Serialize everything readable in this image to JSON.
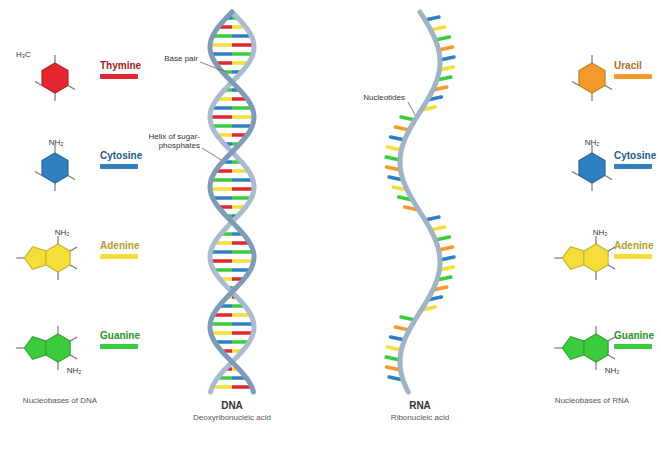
{
  "diagram": {
    "labels": [
      "H₃C",
      "NH₂",
      "NH₂",
      "NH₂",
      "Nucleobases of DNA",
      "Base pair",
      "Helix of sugar-phosphates",
      "DNA",
      "Deoxyribonucleic acid",
      "Nucleotides",
      "RNA",
      "Ribonucleic acid",
      "NH₂",
      "NH₂",
      "NH₂",
      "Nucleobases of RNA"
    ],
    "legend": [
      {
        "text": "Thymine",
        "color": "#e3262f"
      },
      {
        "text": "Cytosine",
        "color": "#2f7fc1"
      },
      {
        "text": "Adenine",
        "color": "#f5dd3a"
      },
      {
        "text": "Guanine",
        "color": "#3ccb3c"
      },
      {
        "text": "Uracil",
        "color": "#f39a2b"
      },
      {
        "text": "Cytosine",
        "color": "#2f7fc1"
      },
      {
        "text": "Adenine",
        "color": "#f5dd3a"
      },
      {
        "text": "Guanine",
        "color": "#3ccb3c"
      }
    ]
  }
}
